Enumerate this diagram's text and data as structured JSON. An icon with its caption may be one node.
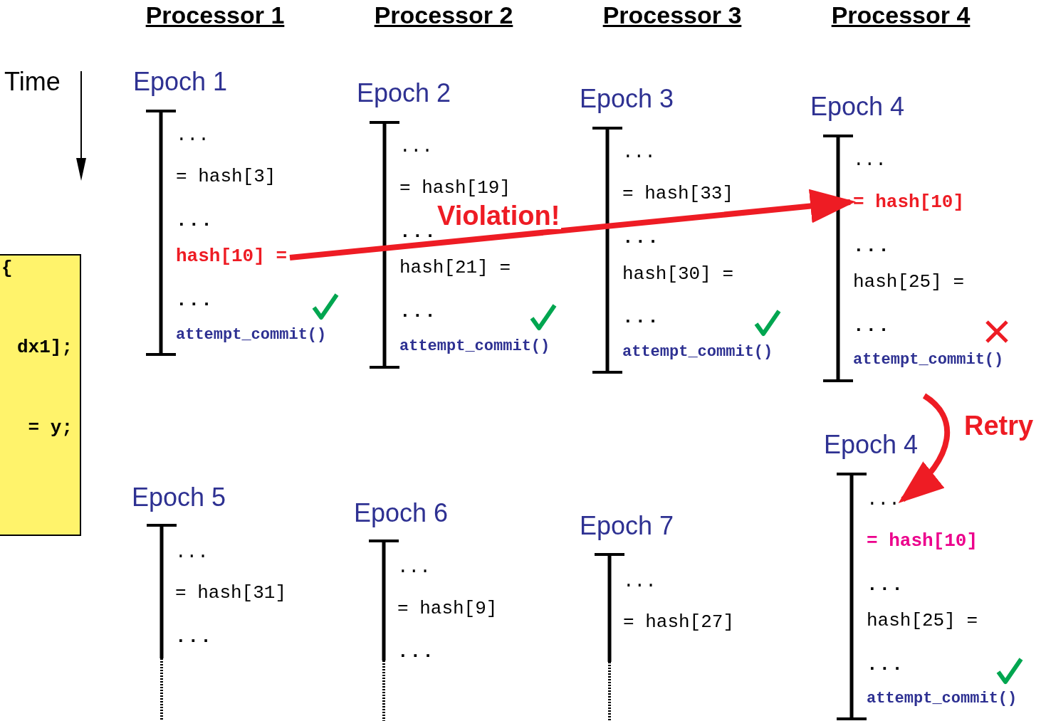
{
  "diagram": {
    "nodes": [
      {
        "text": [
          "{",
          "dx1];",
          "= y;"
        ]
      },
      {
        "text": [
          "Epoch 1"
        ]
      },
      {
        "text": [
          "..."
        ],
        "in": 1
      },
      {
        "text": [
          "= hash[3]"
        ],
        "in": 1
      },
      {
        "text": [
          "..."
        ],
        "in": 1
      },
      {
        "text": [
          "hash[10] ="
        ],
        "in": 1
      },
      {
        "text": [
          "..."
        ],
        "in": 1
      },
      {
        "text": [
          "attempt_commit()"
        ],
        "in": 1
      },
      {
        "text": [
          "Epoch 2"
        ]
      },
      {
        "text": [
          "..."
        ],
        "in": 8
      },
      {
        "text": [
          "= hash[19]"
        ],
        "in": 8
      },
      {
        "text": [
          "..."
        ],
        "in": 8
      },
      {
        "text": [
          "hash[21] ="
        ],
        "in": 8
      },
      {
        "text": [
          "..."
        ],
        "in": 8
      },
      {
        "text": [
          "attempt_commit()"
        ],
        "in": 8
      },
      {
        "text": [
          "Epoch 3"
        ]
      },
      {
        "text": [
          "..."
        ],
        "in": 15
      },
      {
        "text": [
          "= hash[33]"
        ],
        "in": 15
      },
      {
        "text": [
          "..."
        ],
        "in": 15
      },
      {
        "text": [
          "hash[30] ="
        ],
        "in": 15
      },
      {
        "text": [
          "..."
        ],
        "in": 15
      },
      {
        "text": [
          "attempt_commit()"
        ],
        "in": 15
      },
      {
        "text": [
          "Epoch 4"
        ]
      },
      {
        "text": [
          "..."
        ],
        "in": 22
      },
      {
        "text": [
          "= hash[10]"
        ],
        "in": 22
      },
      {
        "text": [
          "..."
        ],
        "in": 22
      },
      {
        "text": [
          "hash[25] ="
        ],
        "in": 22
      },
      {
        "text": [
          "..."
        ],
        "in": 22
      },
      {
        "text": [
          "attempt_commit()"
        ],
        "in": 22
      },
      {
        "text": [
          "Epoch 4"
        ]
      },
      {
        "text": [
          "..."
        ],
        "in": 29
      },
      {
        "text": [
          "= hash[10]"
        ],
        "in": 29
      },
      {
        "text": [
          "..."
        ],
        "in": 29
      },
      {
        "text": [
          "hash[25] ="
        ],
        "in": 29
      },
      {
        "text": [
          "..."
        ],
        "in": 29
      },
      {
        "text": [
          "attempt_commit()"
        ],
        "in": 29
      },
      {
        "text": [
          "Epoch 5"
        ]
      },
      {
        "text": [
          "..."
        ],
        "in": 36
      },
      {
        "text": [
          "= hash[31]"
        ],
        "in": 36
      },
      {
        "text": [
          "..."
        ],
        "in": 36
      },
      {
        "text": [
          "Epoch 6"
        ]
      },
      {
        "text": [
          "..."
        ],
        "in": 40
      },
      {
        "text": [
          "= hash[9]"
        ],
        "in": 40
      },
      {
        "text": [
          "..."
        ],
        "in": 40
      },
      {
        "text": [
          "Epoch 7"
        ]
      },
      {
        "text": [
          "..."
        ],
        "in": 44
      },
      {
        "text": [
          "= hash[27]"
        ],
        "in": 44
      }
    ],
    "edges": [
      {
        "from": 5,
        "to": 24,
        "arrow": "to",
        "label": "Violation!"
      },
      {
        "from": 22,
        "to": 30,
        "arrow": "to",
        "label": "Retry"
      }
    ],
    "labels": [
      "Processor 1",
      "Processor 2",
      "Processor 3",
      "Processor 4",
      "Time"
    ]
  }
}
